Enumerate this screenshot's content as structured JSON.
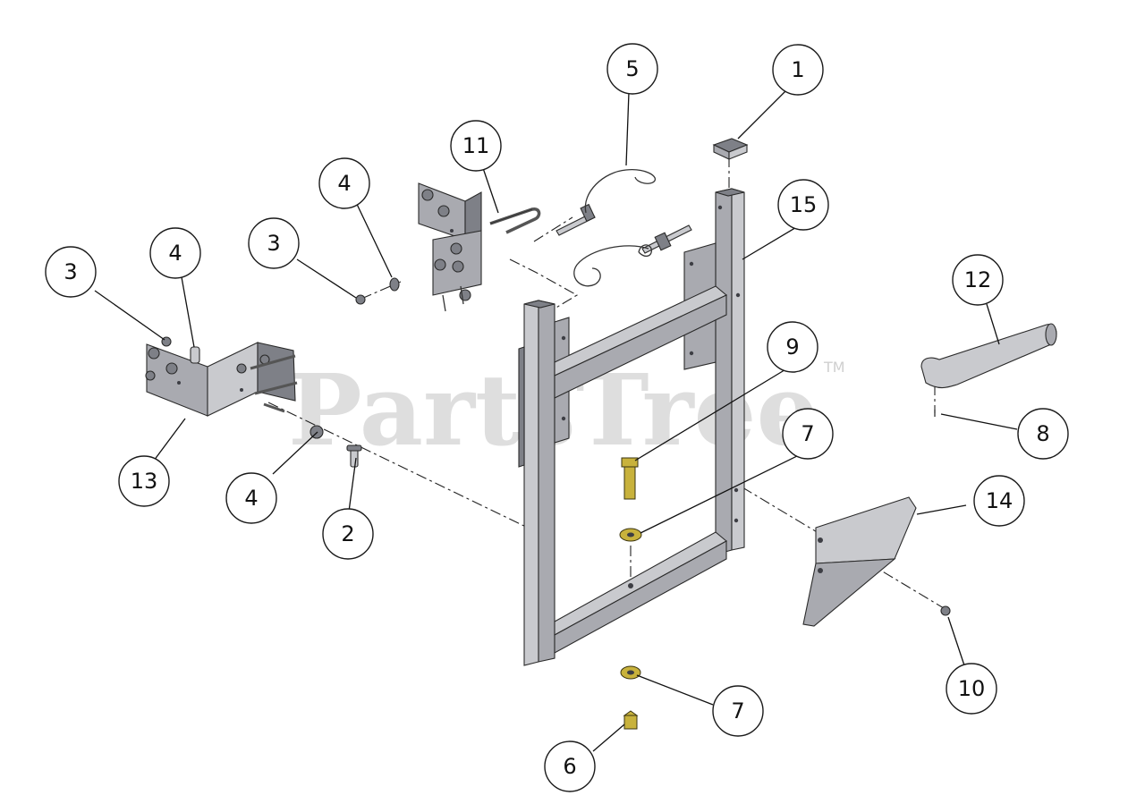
{
  "watermark": {
    "text": "PartsTree",
    "mark": "TM"
  },
  "callouts": [
    {
      "id": "callout-1",
      "label": "1"
    },
    {
      "id": "callout-2",
      "label": "2"
    },
    {
      "id": "callout-3a",
      "label": "3"
    },
    {
      "id": "callout-3b",
      "label": "3"
    },
    {
      "id": "callout-4a",
      "label": "4"
    },
    {
      "id": "callout-4b",
      "label": "4"
    },
    {
      "id": "callout-4c",
      "label": "4"
    },
    {
      "id": "callout-5",
      "label": "5"
    },
    {
      "id": "callout-6",
      "label": "6"
    },
    {
      "id": "callout-7a",
      "label": "7"
    },
    {
      "id": "callout-7b",
      "label": "7"
    },
    {
      "id": "callout-8",
      "label": "8"
    },
    {
      "id": "callout-9",
      "label": "9"
    },
    {
      "id": "callout-10",
      "label": "10"
    },
    {
      "id": "callout-11",
      "label": "11"
    },
    {
      "id": "callout-12",
      "label": "12"
    },
    {
      "id": "callout-13",
      "label": "13"
    },
    {
      "id": "callout-14",
      "label": "14"
    },
    {
      "id": "callout-15",
      "label": "15"
    }
  ]
}
